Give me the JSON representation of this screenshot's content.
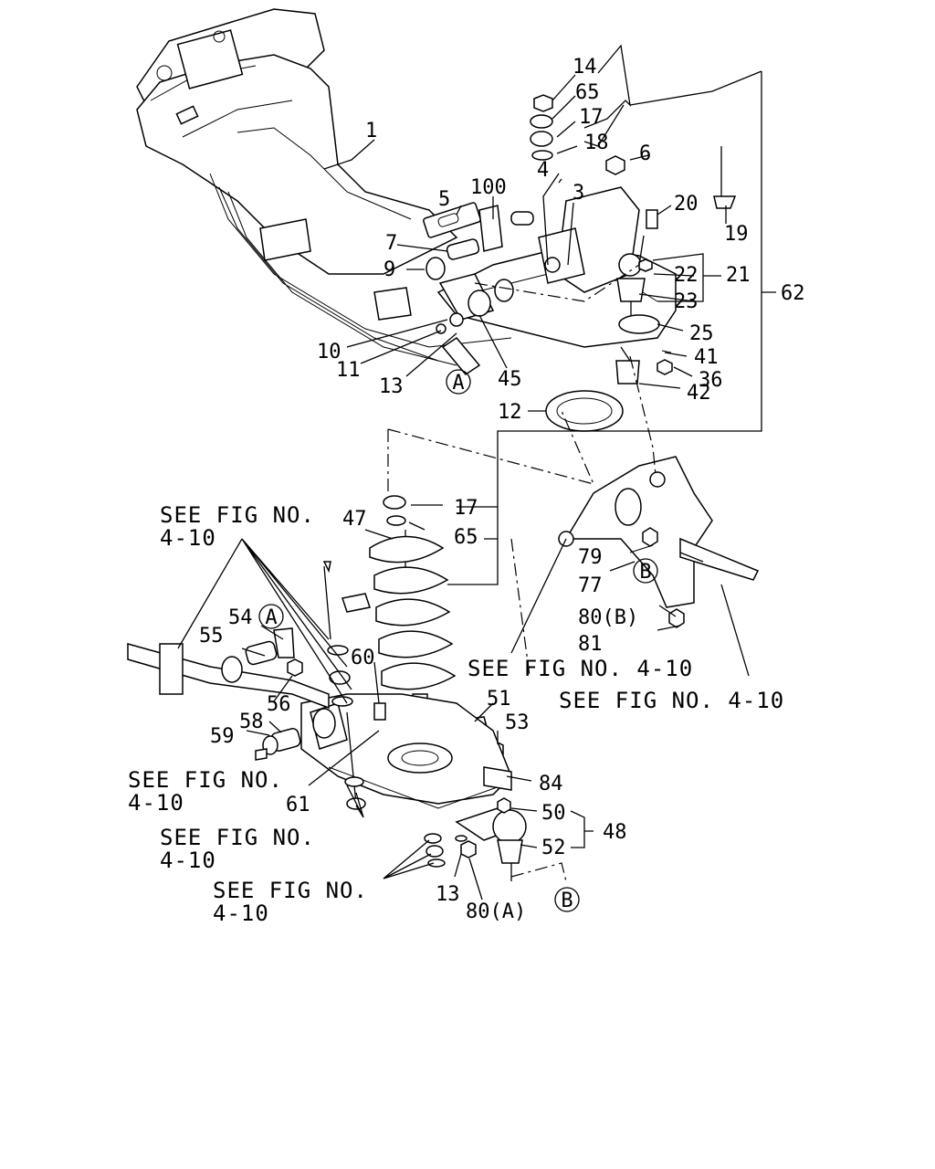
{
  "callouts": {
    "c1": "1",
    "c3": "3",
    "c4": "4",
    "c5": "5",
    "c6": "6",
    "c7": "7",
    "c9": "9",
    "c10": "10",
    "c11": "11",
    "c12": "12",
    "c13a": "13",
    "c13b": "13",
    "c14": "14",
    "c17a": "17",
    "c17b": "17",
    "c18": "18",
    "c19": "19",
    "c20": "20",
    "c21": "21",
    "c22": "22",
    "c23": "23",
    "c25": "25",
    "c36": "36",
    "c41": "41",
    "c42": "42",
    "c45": "45",
    "c47": "47",
    "c48": "48",
    "c50": "50",
    "c51": "51",
    "c52": "52",
    "c53": "53",
    "c54": "54",
    "c55": "55",
    "c56": "56",
    "c58": "58",
    "c59": "59",
    "c60": "60",
    "c61": "61",
    "c62": "62",
    "c65a": "65",
    "c65b": "65",
    "c77": "77",
    "c79": "79",
    "c80a": "80(A)",
    "c80b": "80(B)",
    "c81": "81",
    "c84": "84",
    "c100": "100"
  },
  "markers": {
    "a": "A",
    "b": "B"
  },
  "notes": {
    "fig_line1": "SEE FIG NO.",
    "fig_line2": "4-10",
    "fig_inline": "SEE FIG NO. 4-10"
  }
}
